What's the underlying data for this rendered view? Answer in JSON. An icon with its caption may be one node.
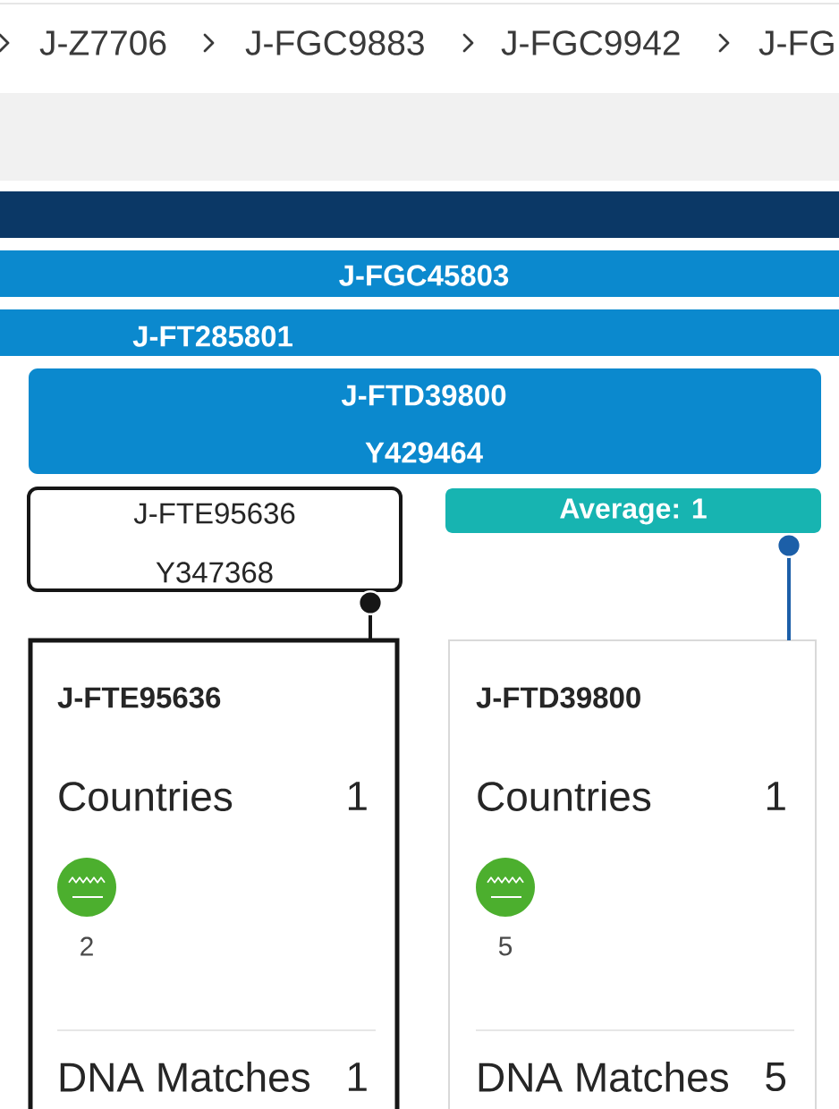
{
  "diagram": {
    "nodes": [
      {
        "text": [],
        "shape": "bar"
      },
      {
        "text": [
          "J-FGC45803"
        ]
      },
      {
        "text": [
          "J-FT285801"
        ]
      },
      {
        "text": [
          "J-FTD39800",
          "Y429464"
        ]
      },
      {
        "text": [
          "J-FTE95636",
          "Y347368"
        ]
      },
      {
        "text": [
          "Average: 1"
        ]
      },
      {
        "text": [
          "J-FTE95636",
          "Countries",
          "1",
          "2",
          "DNA Matches",
          "1"
        ]
      },
      {
        "text": [
          "J-FTD39800",
          "Countries",
          "1",
          "5",
          "DNA Matches",
          "5"
        ]
      }
    ],
    "edges": [
      {
        "from": 4,
        "to": 6,
        "arrow": "other"
      },
      {
        "from": 5,
        "to": 7,
        "arrow": "other",
        "color": "#1c5fa8"
      }
    ],
    "labels": [
      "J-Z7706",
      "J-FGC9883",
      "J-FGC9942",
      "J-FG"
    ]
  }
}
